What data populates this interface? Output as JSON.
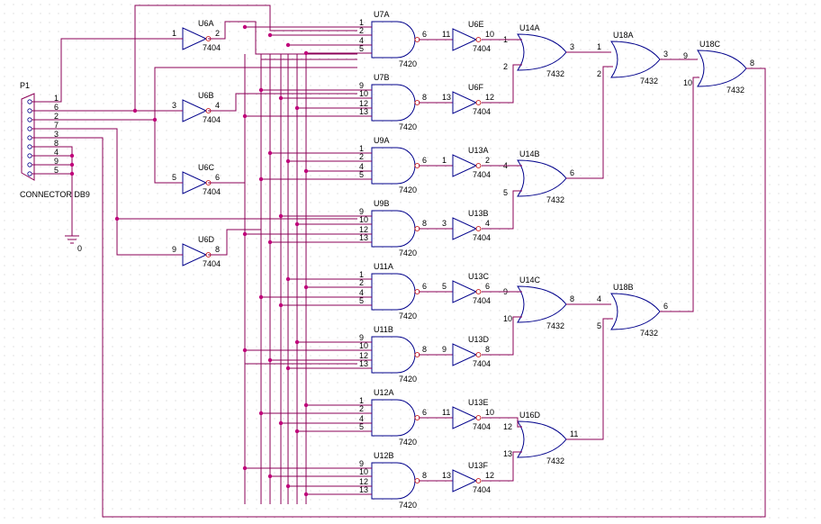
{
  "connector": {
    "ref": "P1",
    "label": "CONNECTOR DB9",
    "pins": [
      "1",
      "6",
      "2",
      "7",
      "3",
      "8",
      "4",
      "9",
      "5"
    ],
    "ground_label": "0"
  },
  "inverters": [
    {
      "ref": "U6A",
      "type": "7404",
      "in": "1",
      "out": "2"
    },
    {
      "ref": "U6B",
      "type": "7404",
      "in": "3",
      "out": "4"
    },
    {
      "ref": "U6C",
      "type": "7404",
      "in": "5",
      "out": "6"
    },
    {
      "ref": "U6D",
      "type": "7404",
      "in": "9",
      "out": "8"
    }
  ],
  "nand_gates": [
    {
      "ref": "U7A",
      "type": "7420",
      "pins": [
        "1",
        "2",
        "4",
        "5"
      ],
      "out": "6"
    },
    {
      "ref": "U7B",
      "type": "7420",
      "pins": [
        "9",
        "10",
        "12",
        "13"
      ],
      "out": "8"
    },
    {
      "ref": "U9A",
      "type": "7420",
      "pins": [
        "1",
        "2",
        "4",
        "5"
      ],
      "out": "6"
    },
    {
      "ref": "U9B",
      "type": "7420",
      "pins": [
        "9",
        "10",
        "12",
        "13"
      ],
      "out": "8"
    },
    {
      "ref": "U11A",
      "type": "7420",
      "pins": [
        "1",
        "2",
        "4",
        "5"
      ],
      "out": "6"
    },
    {
      "ref": "U11B",
      "type": "7420",
      "pins": [
        "9",
        "10",
        "12",
        "13"
      ],
      "out": "8"
    },
    {
      "ref": "U12A",
      "type": "7420",
      "pins": [
        "1",
        "2",
        "4",
        "5"
      ],
      "out": "6"
    },
    {
      "ref": "U12B",
      "type": "7420",
      "pins": [
        "9",
        "10",
        "12",
        "13"
      ],
      "out": "8"
    }
  ],
  "output_inverters": [
    {
      "ref": "U6E",
      "type": "7404",
      "in": "11",
      "out": "10"
    },
    {
      "ref": "U6F",
      "type": "7404",
      "in": "13",
      "out": "12"
    },
    {
      "ref": "U13A",
      "type": "7404",
      "in": "1",
      "out": "2"
    },
    {
      "ref": "U13B",
      "type": "7404",
      "in": "3",
      "out": "4"
    },
    {
      "ref": "U13C",
      "type": "7404",
      "in": "5",
      "out": "6"
    },
    {
      "ref": "U13D",
      "type": "7404",
      "in": "9",
      "out": "8"
    },
    {
      "ref": "U13E",
      "type": "7404",
      "in": "11",
      "out": "10"
    },
    {
      "ref": "U13F",
      "type": "7404",
      "in": "13",
      "out": "12"
    }
  ],
  "or_gates": [
    {
      "ref": "U14A",
      "type": "7432",
      "in": [
        "1",
        "2"
      ],
      "out": "3"
    },
    {
      "ref": "U14B",
      "type": "7432",
      "in": [
        "4",
        "5"
      ],
      "out": "6"
    },
    {
      "ref": "U14C",
      "type": "7432",
      "in": [
        "9",
        "10"
      ],
      "out": "8"
    },
    {
      "ref": "U16D",
      "type": "7432",
      "in": [
        "12",
        "13"
      ],
      "out": "11"
    },
    {
      "ref": "U18A",
      "type": "7432",
      "in": [
        "1",
        "2"
      ],
      "out": "3"
    },
    {
      "ref": "U18B",
      "type": "7432",
      "in": [
        "4",
        "5"
      ],
      "out": "6"
    },
    {
      "ref": "U18C",
      "type": "7432",
      "in": [
        "9",
        "10"
      ],
      "out": "8"
    }
  ]
}
